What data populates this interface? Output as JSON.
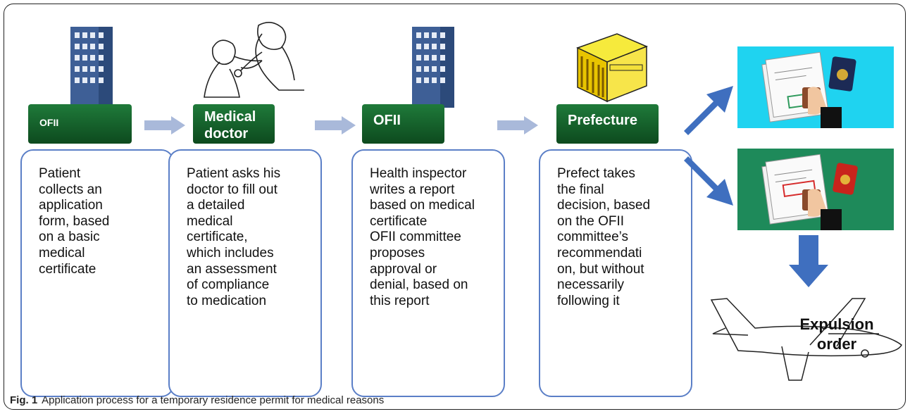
{
  "steps": [
    {
      "header": "OFII",
      "text": "Patient\ncollects an\napplication\nform, based\non a basic\nmedical\ncertificate"
    },
    {
      "header_line1": "Medical",
      "header_line2": "doctor",
      "text": "Patient asks his\ndoctor to fill out\na detailed\nmedical\ncertificate,\nwhich includes\nan assessment\nof  compliance\nto medication"
    },
    {
      "header": "OFII",
      "text": "Health inspector\nwrites a report\nbased on medical\ncertificate\nOFII committee\nproposes\napproval or\ndenial, based on\nthis report"
    },
    {
      "header": "Prefecture",
      "text": "Prefect takes\nthe final\ndecision, based\non the OFII\ncommittee’s\nrecommendati\non, but without\nnecessarily\nfollowing it"
    }
  ],
  "outcome": {
    "line1": "Expulsion",
    "line2": "order"
  },
  "caption": {
    "label": "Fig. 1",
    "text": "Application process for a temporary residence permit for medical reasons"
  },
  "colors": {
    "header_green": "#1f7a3a",
    "box_border": "#5b7fc7",
    "arrow_light": "#a9b9da",
    "arrow_dark": "#3f6fbf",
    "approved_bg": "#1fd3f0",
    "denied_bg": "#1e8a5a"
  },
  "icons": [
    "building-icon",
    "doctor-icon",
    "building-icon",
    "prefecture-icon",
    "approved-permit-icon",
    "denied-permit-icon",
    "airplane-icon"
  ]
}
